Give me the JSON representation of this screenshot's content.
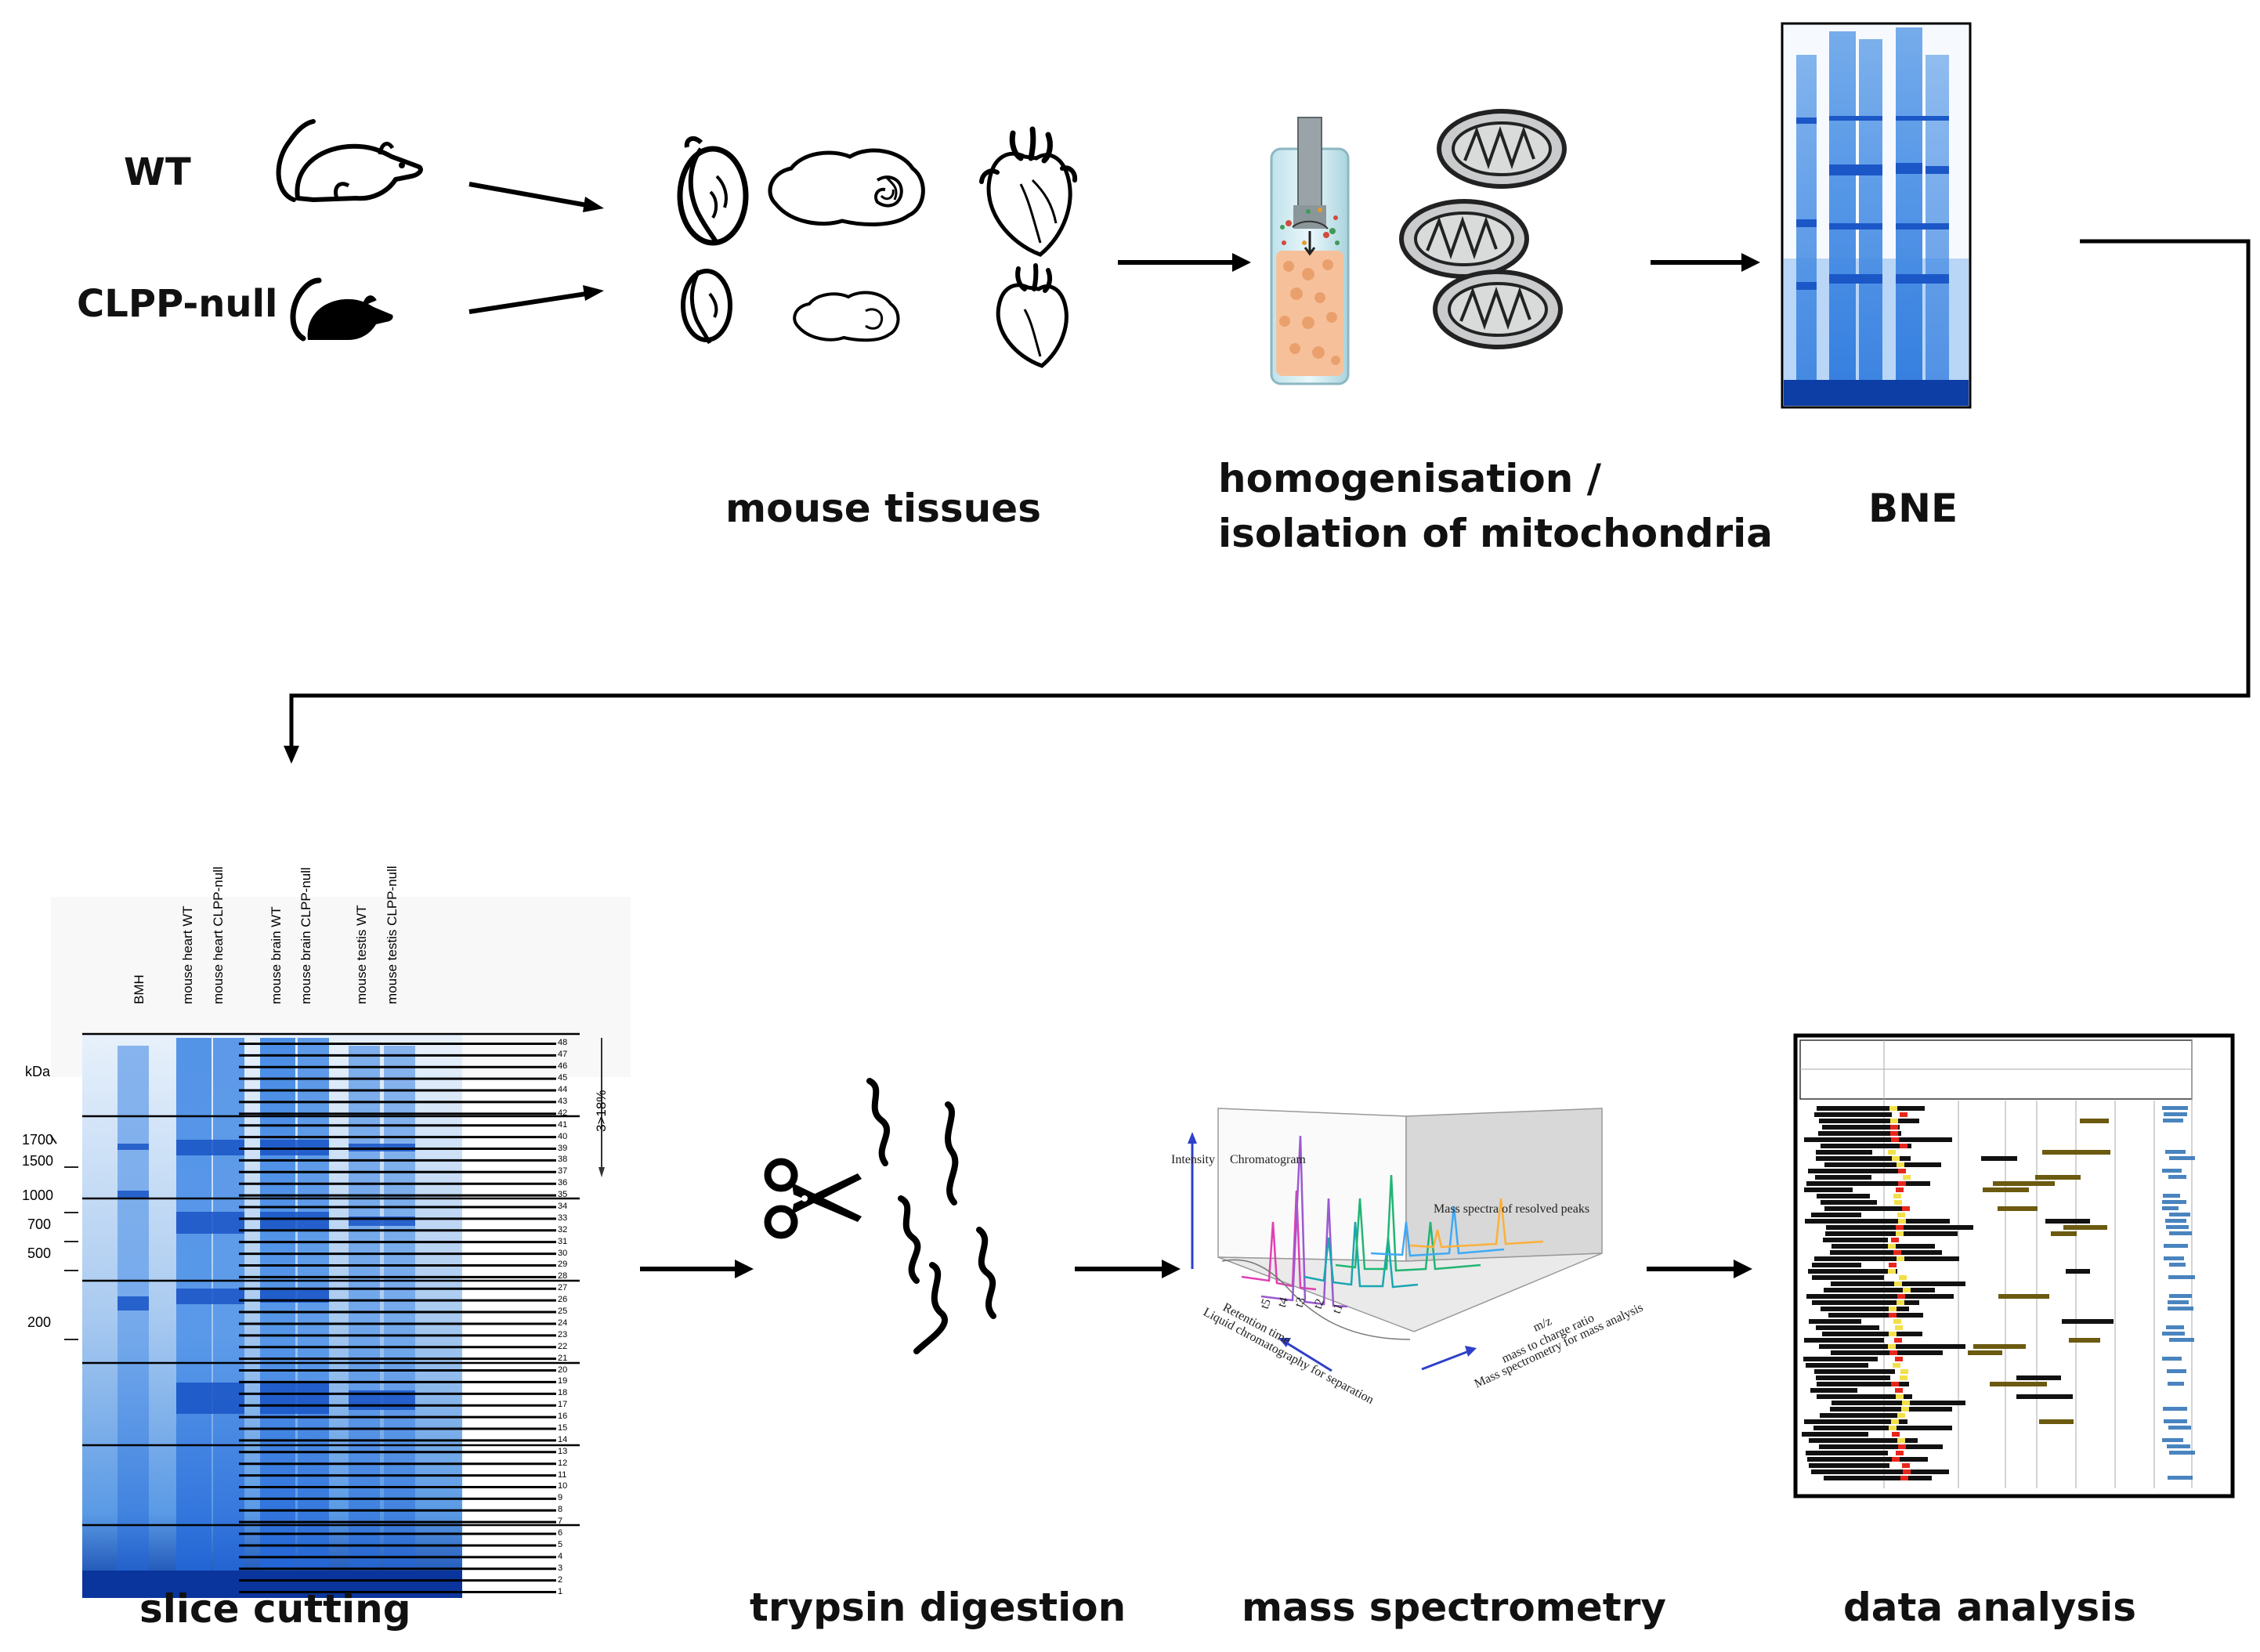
{
  "groups": {
    "wt": "WT",
    "clpp": "CLPP-null"
  },
  "steps": {
    "tissues": "mouse tissues",
    "homog_line1": "homogenisation /",
    "homog_line2": "isolation of mitochondria",
    "bne": "BNE",
    "slice": "slice cutting",
    "trypsin": "trypsin digestion",
    "ms": "mass spectrometry",
    "data": "data analysis"
  },
  "gel": {
    "lanes": [
      "BMH",
      "mouse heart WT",
      "mouse heart CLPP-null",
      "mouse brain WT",
      "mouse brain CLPP-null",
      "mouse testis WT",
      "mouse testis CLPP-null"
    ],
    "unit": "kDa",
    "markers": [
      "1700",
      "1500",
      "1000",
      "700",
      "500",
      "200"
    ],
    "gradient": "3>18%",
    "slices": [
      "48",
      "47",
      "46",
      "45",
      "44",
      "43",
      "42",
      "41",
      "40",
      "39",
      "38",
      "37",
      "36",
      "35",
      "34",
      "33",
      "32",
      "31",
      "30",
      "29",
      "28",
      "27",
      "26",
      "25",
      "24",
      "23",
      "22",
      "21",
      "20",
      "19",
      "18",
      "17",
      "16",
      "15",
      "14",
      "13",
      "12",
      "11",
      "10",
      "9",
      "8",
      "7",
      "6",
      "5",
      "4",
      "3",
      "2",
      "1"
    ]
  },
  "ms_plot": {
    "y_axis": "Intensity",
    "chromatogram": "Chromatogram",
    "spectra": "Mass spectra of resolved peaks",
    "rt": "Retention time",
    "lc": "Liquid chromatography for separation",
    "mz": "m/z",
    "mz_full": "mass to charge ratio",
    "ms_axis": "Mass spectrometry for mass analysis",
    "t_labels": [
      "t1",
      "t2",
      "t3",
      "t4",
      "t5"
    ]
  },
  "colors": {
    "gel_blue": "#1e63d8",
    "heat_red": "#e8271c",
    "heat_yellow": "#f2e04a"
  }
}
